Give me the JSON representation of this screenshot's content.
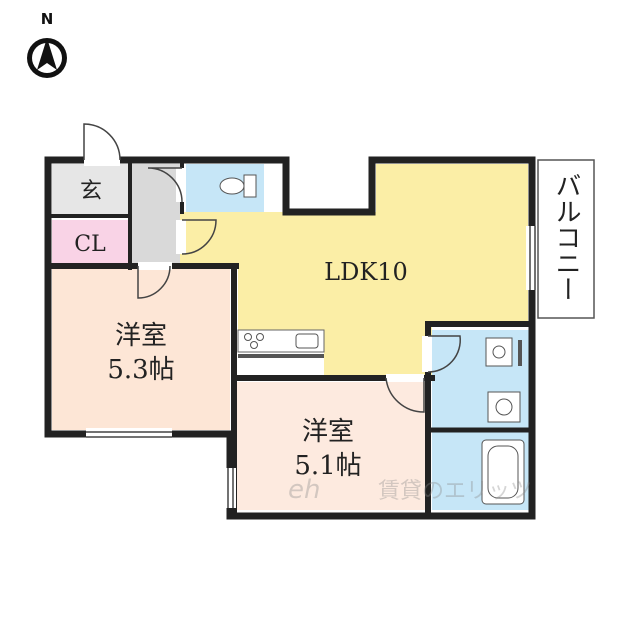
{
  "compass": {
    "label": "N",
    "icon": "north-arrow-icon"
  },
  "rooms": {
    "genkan": "玄",
    "closet": "CL",
    "ldk": "LDK10",
    "western_room_1": {
      "name": "洋室",
      "size": "5.3帖"
    },
    "western_room_2": {
      "name": "洋室",
      "size": "5.1帖"
    },
    "balcony": "バルコニー"
  },
  "watermark": "賃貸のエリッツ",
  "colors": {
    "ldk": "#fbeea6",
    "western_room_1": "#fde6d6",
    "western_room_2": "#fdeadf",
    "wet_area": "#c6e6f7",
    "closet": "#f9d3e6",
    "corridor": "#d9d9d9",
    "genkan": "#e6e6e6",
    "wall": "#222222"
  }
}
